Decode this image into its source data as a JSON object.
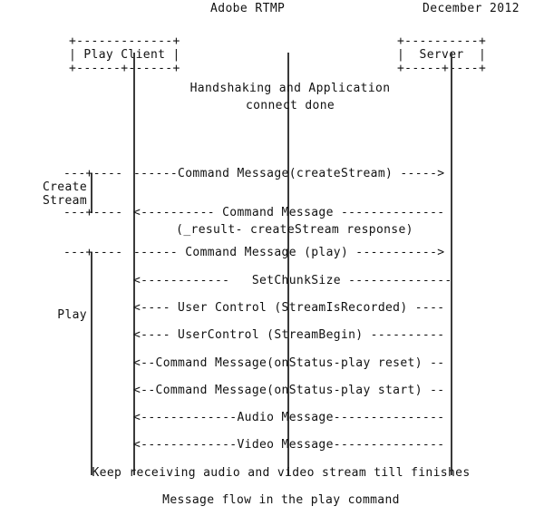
{
  "header": {
    "title": "Adobe RTMP",
    "date": "December 2012"
  },
  "diagram": {
    "participants": {
      "client": {
        "top_border": "+-------------+",
        "label_row": "| Play Client |",
        "bottom_border": "+------+------+",
        "name": "Play Client"
      },
      "server": {
        "top_border": "+----------+",
        "label_row": "|  Server  |",
        "bottom_border": "+-----+----+",
        "name": "Server"
      }
    },
    "notes": {
      "handshake": "Handshaking and Application\nconnect done",
      "keep_receiving": "Keep receiving audio and video stream till finishes",
      "caption": "Message flow in the play command"
    },
    "scopes": [
      {
        "name": "Create Stream",
        "label_line1": "Create",
        "label_line2": "Stream",
        "tick_top": "---+----",
        "tick_bottom": "---+----"
      },
      {
        "name": "Play",
        "label_line1": "Play",
        "label_line2": "",
        "tick_top": "---+----",
        "tick_bottom": ""
      }
    ],
    "messages": [
      {
        "id": "create-stream-request",
        "direction": "client-to-server",
        "text": "------Command Message(createStream) ----->",
        "sub": ""
      },
      {
        "id": "create-stream-response",
        "direction": "server-to-client",
        "text": "<---------- Command Message --------------",
        "sub": "(_result- createStream response)"
      },
      {
        "id": "play-request",
        "direction": "client-to-server",
        "text": "------ Command Message (play) ----------->",
        "sub": ""
      },
      {
        "id": "set-chunk-size",
        "direction": "server-to-client",
        "text": "<------------   SetChunkSize --------------",
        "sub": ""
      },
      {
        "id": "user-control-stream-is-recorded",
        "direction": "server-to-client",
        "text": "<---- User Control (StreamIsRecorded) ----",
        "sub": ""
      },
      {
        "id": "user-control-stream-begin",
        "direction": "server-to-client",
        "text": "<---- UserControl (StreamBegin) ----------",
        "sub": ""
      },
      {
        "id": "on-status-play-reset",
        "direction": "server-to-client",
        "text": "<--Command Message(onStatus-play reset) --",
        "sub": ""
      },
      {
        "id": "on-status-play-start",
        "direction": "server-to-client",
        "text": "<--Command Message(onStatus-play start) --",
        "sub": ""
      },
      {
        "id": "audio-message",
        "direction": "server-to-client",
        "text": "<-------------Audio Message---------------",
        "sub": ""
      },
      {
        "id": "video-message",
        "direction": "server-to-client",
        "text": "<-------------Video Message---------------",
        "sub": ""
      }
    ]
  },
  "colors": {
    "background": "#ffffff",
    "ink": "#111111",
    "lifeline": "#3a3a3a"
  }
}
